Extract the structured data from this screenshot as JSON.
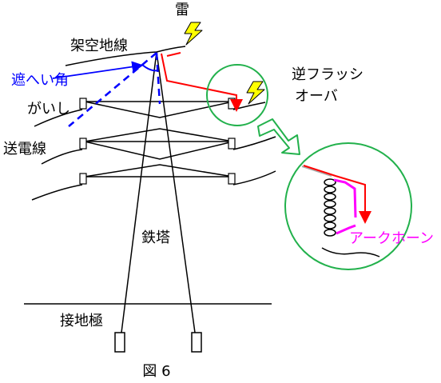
{
  "labels": {
    "lightning": "雷",
    "overhead_ground_wire": "架空地線",
    "shielding_angle": "遮へい角",
    "insulator": "がいし",
    "transmission_line": "送電線",
    "tower": "鉄塔",
    "grounding_electrode": "接地極",
    "back_flashover_line1": "逆フラッシ",
    "back_flashover_line2": "オーバ",
    "arc_horn": "アークホーン",
    "figure_caption": "図 6"
  },
  "colors": {
    "line": "#000000",
    "lightning_fill": "#ffff00",
    "current_path": "#ff0000",
    "shielding": "#0000ff",
    "arc_horn": "#ff00ff",
    "zoom_circle": "#22b14c",
    "zoom_arrow_fill": "#ffffff",
    "ground_lead": "#aaaaaa"
  },
  "icons": [
    "lightning-bolt-icon"
  ]
}
